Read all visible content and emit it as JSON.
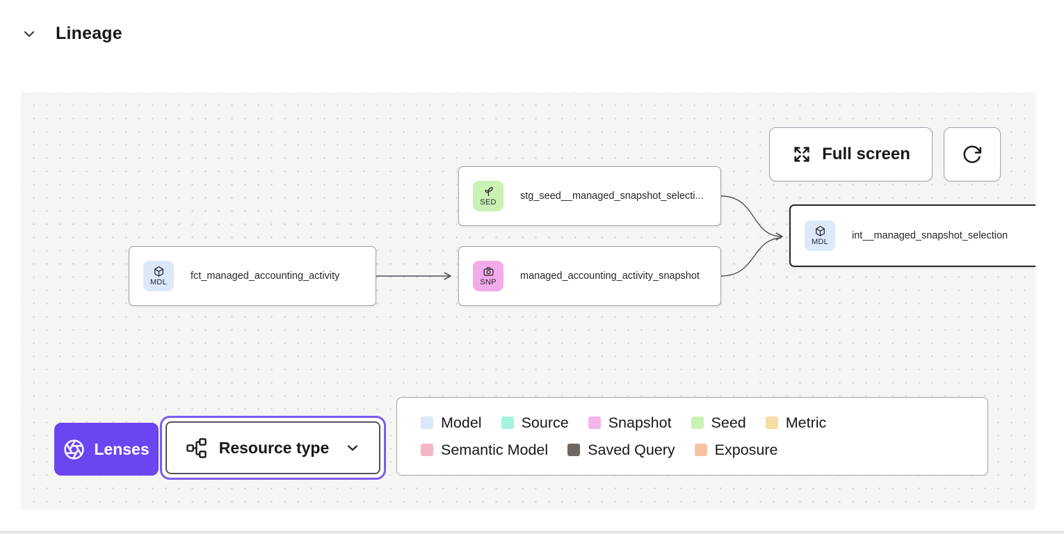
{
  "header": {
    "title": "Lineage"
  },
  "toolbar": {
    "fullscreen_label": "Full screen",
    "refresh_icon": "refresh-icon"
  },
  "nodes": [
    {
      "badge": "SED",
      "icon": "sprout-icon",
      "label": "stg_seed__managed_snapshot_selecti...",
      "type": "seed"
    },
    {
      "badge": "MDL",
      "icon": "cube-icon",
      "label": "fct_managed_accounting_activity",
      "type": "model"
    },
    {
      "badge": "SNP",
      "icon": "camera-icon",
      "label": "managed_accounting_activity_snapshot",
      "type": "snapshot"
    },
    {
      "badge": "MDL",
      "icon": "cube-icon",
      "label": "int__managed_snapshot_selection",
      "type": "model",
      "selected": true
    }
  ],
  "legend": {
    "items": [
      {
        "label": "Model",
        "color": "#d9e8fb"
      },
      {
        "label": "Source",
        "color": "#a5f3e0"
      },
      {
        "label": "Snapshot",
        "color": "#f3b5ee"
      },
      {
        "label": "Seed",
        "color": "#c9f2b4"
      },
      {
        "label": "Metric",
        "color": "#f6dfa4"
      },
      {
        "label": "Semantic Model",
        "color": "#f3b7c4"
      },
      {
        "label": "Saved Query",
        "color": "#6d6862"
      },
      {
        "label": "Exposure",
        "color": "#f6c2a4"
      }
    ]
  },
  "controls": {
    "lenses_label": "Lenses",
    "resource_type_label": "Resource type"
  },
  "colors": {
    "accent_purple": "#6b46f0",
    "focus_ring": "#7a5cf0",
    "canvas_bg": "#f5f5f4",
    "edge": "#52525b",
    "badge_model": "#dbe9fb",
    "badge_seed": "#c9f2b4",
    "badge_snapshot": "#f2abe9"
  }
}
